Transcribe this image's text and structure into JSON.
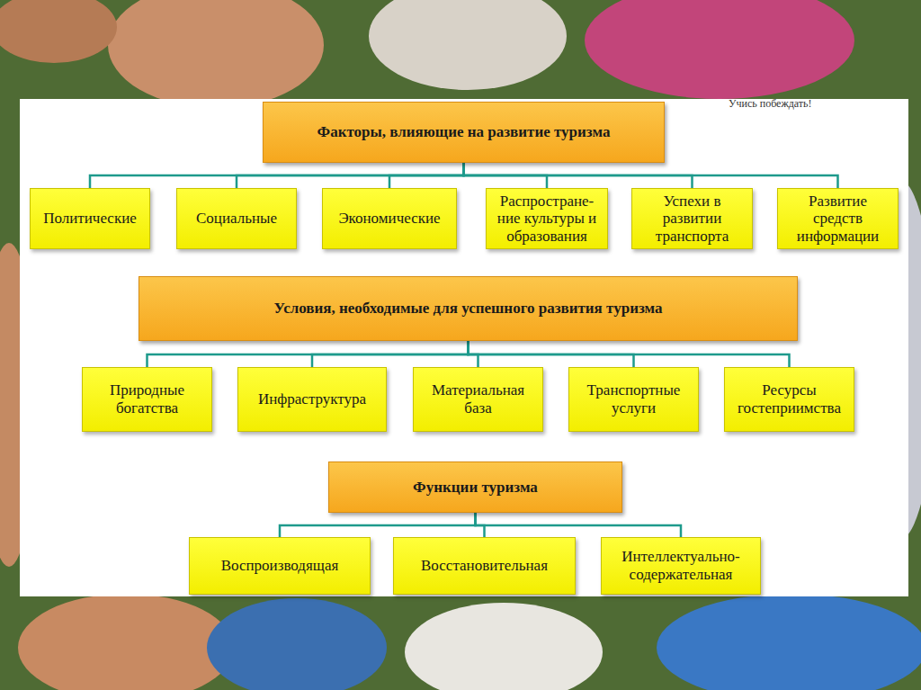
{
  "diagram": {
    "nodes": [
      {
        "text": [
          "Факторы, влияющие на развитие туризма"
        ]
      },
      {
        "text": [
          "Политические"
        ]
      },
      {
        "text": [
          "Социальные"
        ]
      },
      {
        "text": [
          "Экономические"
        ]
      },
      {
        "text": [
          "Распростране- ние культуры и образования"
        ]
      },
      {
        "text": [
          "Успехи в развитии транспорта"
        ]
      },
      {
        "text": [
          "Развитие средств информации"
        ]
      },
      {
        "text": [
          "Условия, необходимые для успешного развития туризма"
        ]
      },
      {
        "text": [
          "Природные богатства"
        ]
      },
      {
        "text": [
          "Инфраструктура"
        ]
      },
      {
        "text": [
          "Материальная база"
        ]
      },
      {
        "text": [
          "Транспортные услуги"
        ]
      },
      {
        "text": [
          "Ресурсы гостеприимства"
        ]
      },
      {
        "text": [
          "Функции туризма"
        ]
      },
      {
        "text": [
          "Воспроизводящая"
        ]
      },
      {
        "text": [
          "Восстановительная"
        ]
      },
      {
        "text": [
          "Интеллектуально-содержательная"
        ]
      }
    ],
    "edges": [
      {
        "from": 0,
        "to": 1,
        "arrow": "none"
      },
      {
        "from": 0,
        "to": 2,
        "arrow": "none"
      },
      {
        "from": 0,
        "to": 3,
        "arrow": "none"
      },
      {
        "from": 0,
        "to": 4,
        "arrow": "none"
      },
      {
        "from": 0,
        "to": 5,
        "arrow": "none"
      },
      {
        "from": 0,
        "to": 6,
        "arrow": "none"
      },
      {
        "from": 7,
        "to": 8,
        "arrow": "none"
      },
      {
        "from": 7,
        "to": 9,
        "arrow": "none"
      },
      {
        "from": 7,
        "to": 10,
        "arrow": "none"
      },
      {
        "from": 7,
        "to": 11,
        "arrow": "none"
      },
      {
        "from": 7,
        "to": 12,
        "arrow": "none"
      },
      {
        "from": 13,
        "to": 14,
        "arrow": "none"
      },
      {
        "from": 13,
        "to": 15,
        "arrow": "none"
      },
      {
        "from": 13,
        "to": 16,
        "arrow": "none"
      }
    ],
    "labels": [
      "Учись побеждать!"
    ]
  }
}
